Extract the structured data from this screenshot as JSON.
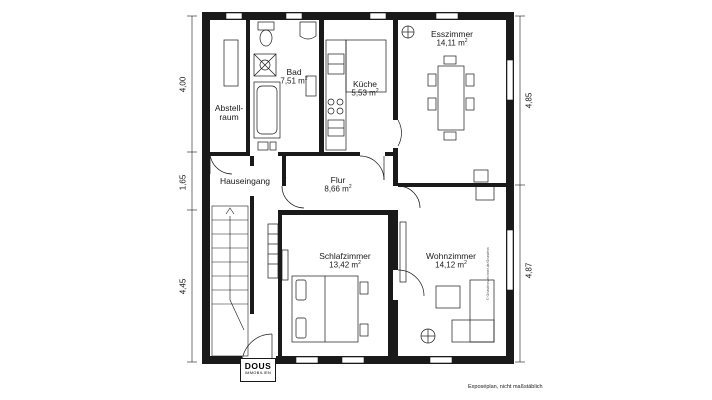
{
  "rooms": {
    "abstellraum": {
      "name_line1": "Abstell-",
      "name_line2": "raum"
    },
    "bad": {
      "name": "Bad",
      "area": "7,51 m",
      "unit_sup": "2"
    },
    "kueche": {
      "name": "Küche",
      "area": "5,53 m",
      "unit_sup": "2"
    },
    "esszimmer": {
      "name": "Esszimmer",
      "area": "14,11 m",
      "unit_sup": "2"
    },
    "hauseingang": {
      "name": "Hauseingang"
    },
    "flur": {
      "name": "Flur",
      "area": "8,66 m",
      "unit_sup": "2"
    },
    "schlafzimmer": {
      "name": "Schlafzimmer",
      "area": "13,42 m",
      "unit_sup": "2"
    },
    "wohnzimmer": {
      "name": "Wohnzimmer",
      "area": "14,12 m",
      "unit_sup": "2"
    }
  },
  "dimensions": {
    "left": [
      "4,00",
      "1,65",
      "4,45"
    ],
    "right": [
      "4,85",
      "4,87"
    ]
  },
  "logo": {
    "brand": "DOUS",
    "sub": "IMMOBILIEN"
  },
  "footnote": "Exposéplan, nicht maßstäblich",
  "copyright": "© Grundrisszeichner.de/Grundriss",
  "colors": {
    "wall": "#1a1a1a",
    "line": "#1a1a1a",
    "background": "#ffffff"
  }
}
